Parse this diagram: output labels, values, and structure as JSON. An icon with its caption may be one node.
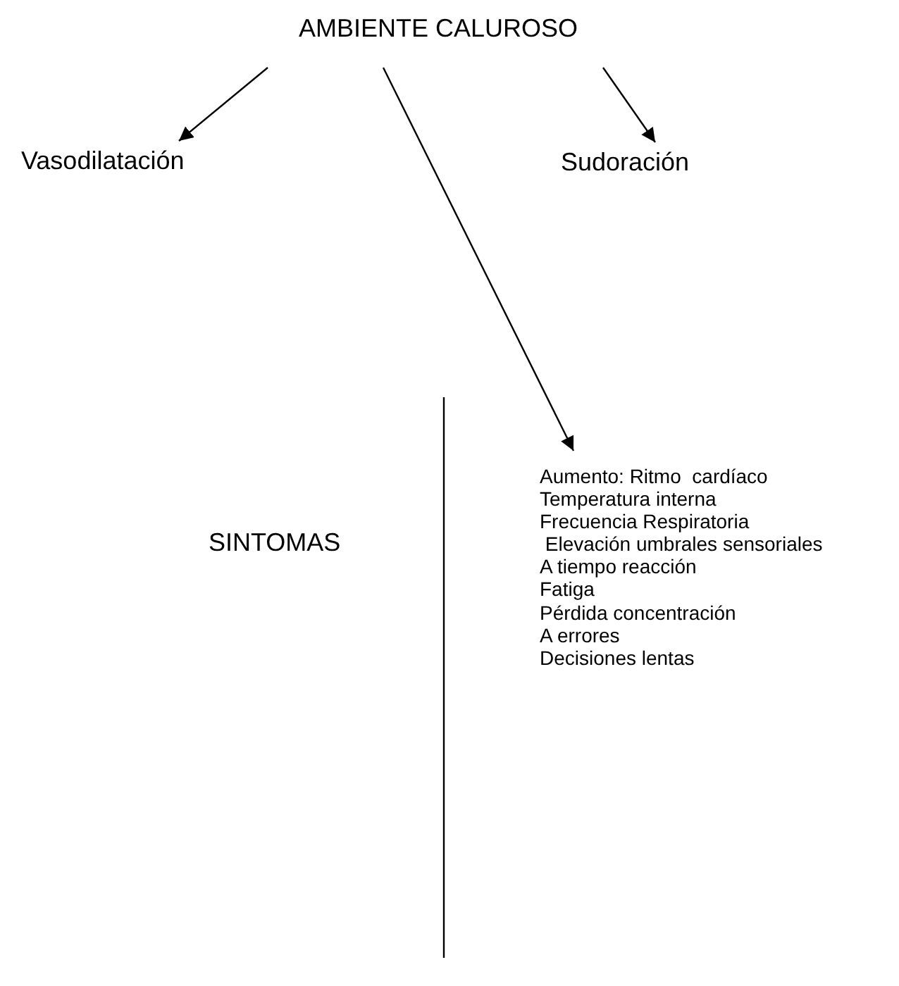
{
  "diagram": {
    "nodes": [
      {
        "text": [
          "AMBIENTE CALUROSO"
        ]
      },
      {
        "text": [
          "Vasodilatación"
        ]
      },
      {
        "text": [
          "Sudoración"
        ]
      },
      {
        "text": [
          "Aumento: Ritmo  cardíaco",
          "Temperatura interna",
          "Frecuencia Respiratoria",
          " Elevación umbrales sensoriales",
          "A tiempo reacción",
          "Fatiga",
          "Pérdida concentración",
          "A errores",
          "Decisiones lentas"
        ]
      }
    ],
    "edges": [
      {
        "from": 0,
        "to": 1,
        "arrow": "to"
      },
      {
        "from": 0,
        "to": 2,
        "arrow": "to"
      },
      {
        "from": 0,
        "to": 3,
        "arrow": "to"
      }
    ],
    "labels": [
      "SINTOMAS"
    ]
  }
}
